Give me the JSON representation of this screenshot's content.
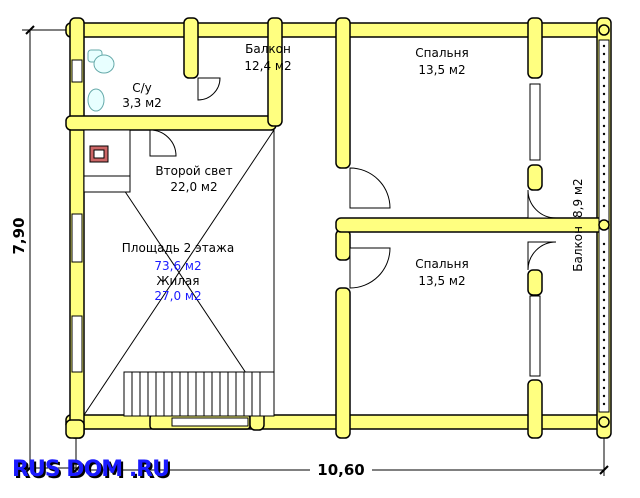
{
  "rooms": {
    "balcony_top": {
      "name": "Балкон",
      "area": "12,4 м2"
    },
    "bedroom_top": {
      "name": "Спальня",
      "area": "13,5 м2"
    },
    "bathroom": {
      "name": "С/у",
      "area": "3,3 м2"
    },
    "second_light": {
      "name": "Второй свет",
      "area": "22,0 м2"
    },
    "bedroom_bottom": {
      "name": "Спальня",
      "area": "13,5 м2"
    },
    "balcony_side": {
      "name": "Балкон",
      "area": "8,9 м2"
    }
  },
  "summary": {
    "floor_area_label": "Площадь 2 этажа",
    "floor_area_value": "73,6 м2",
    "living_label": "Жилая",
    "living_value": "27,0 м2"
  },
  "dimensions": {
    "width": "10,60",
    "height": "7,90"
  },
  "logo": {
    "text": "RUS DOM .RU"
  },
  "colors": {
    "wall": "#ffff80",
    "outline": "#000000",
    "accent": "#1a1aff"
  }
}
